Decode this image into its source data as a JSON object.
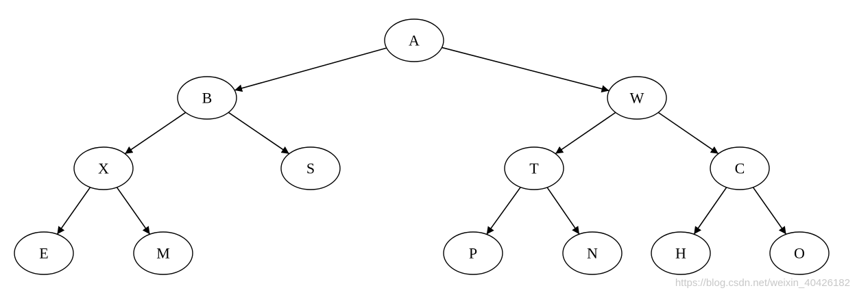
{
  "tree": {
    "nodes": [
      {
        "id": "A",
        "label": "A"
      },
      {
        "id": "B",
        "label": "B"
      },
      {
        "id": "W",
        "label": "W"
      },
      {
        "id": "X",
        "label": "X"
      },
      {
        "id": "S",
        "label": "S"
      },
      {
        "id": "T",
        "label": "T"
      },
      {
        "id": "C",
        "label": "C"
      },
      {
        "id": "E",
        "label": "E"
      },
      {
        "id": "M",
        "label": "M"
      },
      {
        "id": "P",
        "label": "P"
      },
      {
        "id": "N",
        "label": "N"
      },
      {
        "id": "H",
        "label": "H"
      },
      {
        "id": "O",
        "label": "O"
      }
    ],
    "edges": [
      {
        "from": "A",
        "to": "B"
      },
      {
        "from": "A",
        "to": "W"
      },
      {
        "from": "B",
        "to": "X"
      },
      {
        "from": "B",
        "to": "S"
      },
      {
        "from": "W",
        "to": "T"
      },
      {
        "from": "W",
        "to": "C"
      },
      {
        "from": "X",
        "to": "E"
      },
      {
        "from": "X",
        "to": "M"
      },
      {
        "from": "T",
        "to": "P"
      },
      {
        "from": "T",
        "to": "N"
      },
      {
        "from": "C",
        "to": "H"
      },
      {
        "from": "C",
        "to": "O"
      }
    ]
  },
  "watermark": "https://blog.csdn.net/weixin_40426182"
}
